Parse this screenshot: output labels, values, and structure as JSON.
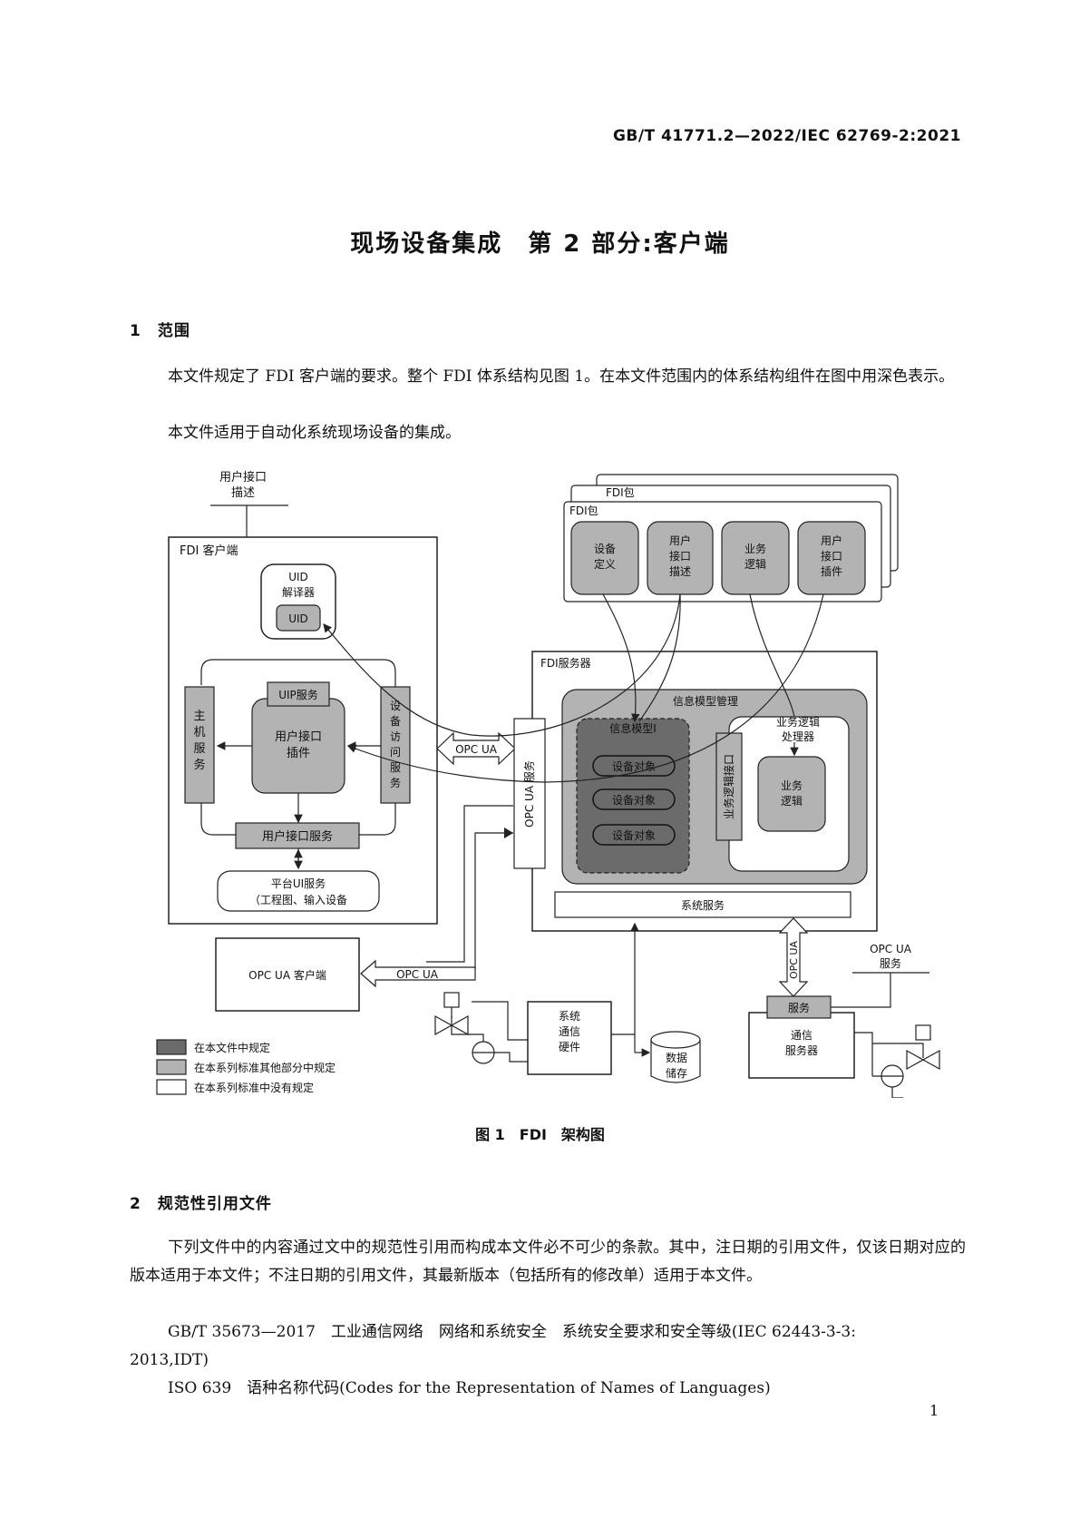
{
  "header": {
    "standard_no": "GB/T 41771.2—2022/IEC 62769-2:2021"
  },
  "title": "现场设备集成　第 2 部分:客户端",
  "section1": {
    "heading": "1　范围",
    "para1": "本文件规定了 FDI 客户端的要求。整个 FDI 体系结构见图 1。在本文件范围内的体系结构组件在图中用深色表示。",
    "para2": "本文件适用于自动化系统现场设备的集成。"
  },
  "figure": {
    "caption": "图 1　FDI　架构图",
    "uid_desc": [
      "用户接口",
      "描述"
    ],
    "fdi_client": "FDI 客户端",
    "uid_interp": [
      "UID",
      "解译器"
    ],
    "uid": "UID",
    "uip_service": "UIP服务",
    "host_service": [
      "主",
      "机",
      "服",
      "务"
    ],
    "ui_plugin": [
      "用户接口",
      "插件"
    ],
    "device_access": [
      "设",
      "备",
      "访",
      "问",
      "服",
      "务"
    ],
    "ui_service": "用户接口服务",
    "platform_ui": [
      "平台UI服务",
      "（工程图、输入设备"
    ],
    "opc_ua": "OPC UA",
    "opc_ua_service_v": "OPC UA 服务",
    "opc_ua_client": "OPC UA  客户端",
    "opc_ua_bottom": "OPC UA",
    "fdi_pkg_back": "FDI包",
    "fdi_pkg_front": "FDI包",
    "pkg_items": [
      [
        "设备",
        "定义"
      ],
      [
        "用户",
        "接口",
        "描述"
      ],
      [
        "业务",
        "逻辑"
      ],
      [
        "用户",
        "接口",
        "插件"
      ]
    ],
    "fdi_server": "FDI服务器",
    "info_model_mgmt": "信息模型管理",
    "info_model": "信息模型I",
    "device_objects": [
      "设备对象",
      "设备对象",
      "设备对象"
    ],
    "bl_interface": "业务逻辑接口",
    "bl_processor": [
      "业务逻辑",
      "处理器"
    ],
    "business_logic": [
      "业务",
      "逻辑"
    ],
    "system_service": "系统服务",
    "opc_ua_vert": "OPC UA",
    "opc_ua_service_right": [
      "OPC UA",
      "服务"
    ],
    "service": "服务",
    "comm_server": [
      "通信",
      "服务器"
    ],
    "sys_comm_hw": [
      "系统",
      "通信",
      "硬件"
    ],
    "data_storage": [
      "数据",
      "储存"
    ],
    "legend": [
      "在本文件中规定",
      "在本系列标准其他部分中规定",
      "在本系列标准中没有规定"
    ],
    "colors": {
      "dark": "#6b6b6b",
      "medium": "#b3b3b3",
      "white": "#ffffff"
    }
  },
  "section2": {
    "heading": "2　规范性引用文件",
    "para1": "下列文件中的内容通过文中的规范性引用而构成本文件必不可少的条款。其中，注日期的引用文件，仅该日期对应的版本适用于本文件；不注日期的引用文件，其最新版本（包括所有的修改单）适用于本文件。",
    "ref1_line1": "GB/T 35673—2017　工业通信网络　网络和系统安全　系统安全要求和安全等级(IEC 62443-3-3:",
    "ref1_line2": "2013,IDT)",
    "ref2": "ISO 639　语种名称代码(Codes for the Representation of Names of Languages)"
  },
  "page_number": "1"
}
